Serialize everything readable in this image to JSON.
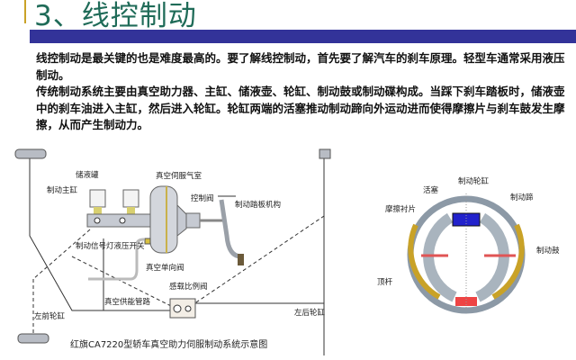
{
  "slide": {
    "title": "3、线控制动",
    "paragraphs": [
      "线控制动是最关键的也是难度最高的。要了解线控制动，首先要了解汽车的刹车原理。轻型车通常采用液压制动。",
      "传统制动系统主要由真空助力器、主缸、储液壶、轮缸、制动鼓或制动碟构成。当踩下刹车踏板时，储液壶中的刹车油进入主缸，然后进入轮缸。轮缸两端的活塞推动制动蹄向外运动进而使得摩擦片与刹车鼓发生摩擦，从而产生制动力。"
    ]
  },
  "left_diagram": {
    "labels": {
      "reservoir": "储液罐",
      "master_cylinder": "制动主缸",
      "booster_chamber": "真空伺服气室",
      "control_valve": "控制阀",
      "pedal": "制动踏板机构",
      "signal_switch": "制动信号灯液压开关",
      "check_valve": "真空单向阀",
      "proportion_valve": "感载比例阀",
      "vacuum_pipe": "真空供能管路",
      "left_front": "左前轮缸",
      "left_rear": "左后轮缸"
    },
    "caption": "红旗CA7220型轿车真空助力伺服制动系统示意图"
  },
  "right_diagram": {
    "labels": {
      "wheel_cylinder": "制动轮缸",
      "piston": "活塞",
      "shoe": "制动蹄",
      "lining": "摩擦衬片",
      "drum": "制动鼓",
      "push_rod": "顶杆"
    }
  },
  "colors": {
    "band": "#333399",
    "title": "#1f6b58",
    "accent": "#c9a227"
  }
}
